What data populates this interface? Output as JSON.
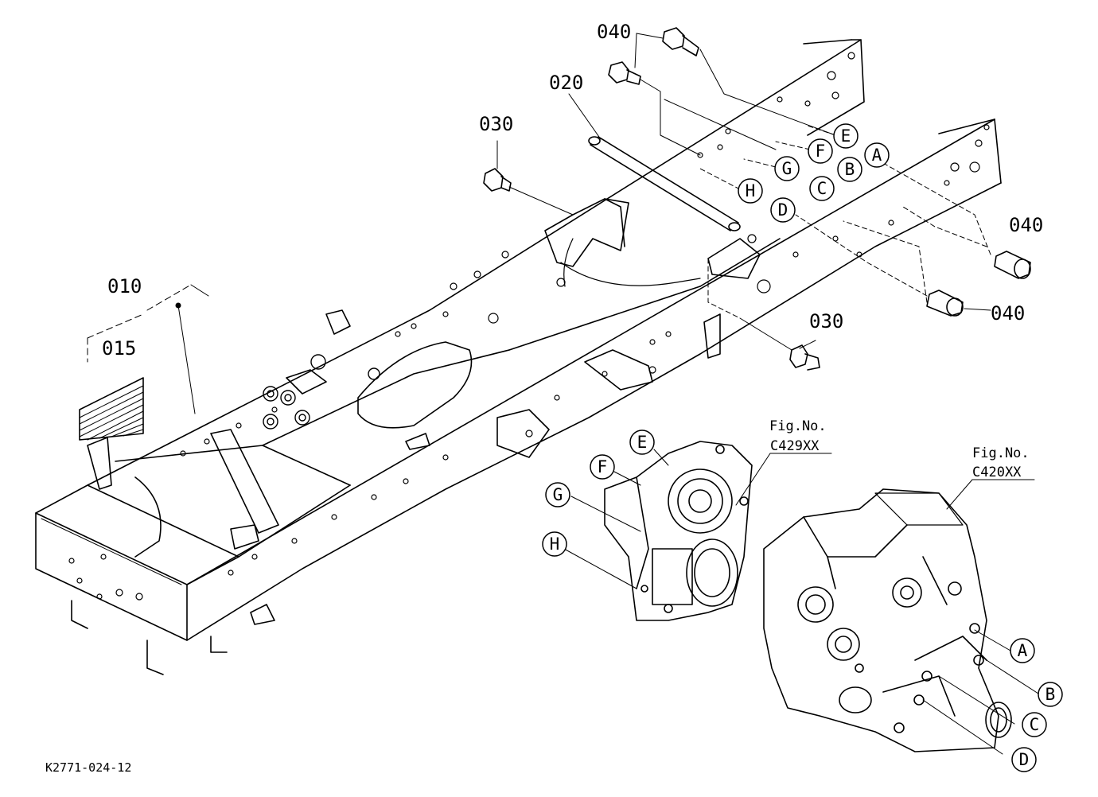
{
  "part_labels": {
    "p010": "010",
    "p015": "015",
    "p020": "020",
    "p030_top": "030",
    "p030_bottom": "030",
    "p040_top": "040",
    "p040_right_upper": "040",
    "p040_right_lower": "040"
  },
  "callouts": {
    "A": "A",
    "B": "B",
    "C": "C",
    "D": "D",
    "E": "E",
    "F": "F",
    "G": "G",
    "H": "H"
  },
  "figure_refs": {
    "ref1_title": "Fig.No.",
    "ref1_code": "C429XX",
    "ref2_title": "Fig.No.",
    "ref2_code": "C420XX"
  },
  "drawing_id": "K2771-024-12"
}
